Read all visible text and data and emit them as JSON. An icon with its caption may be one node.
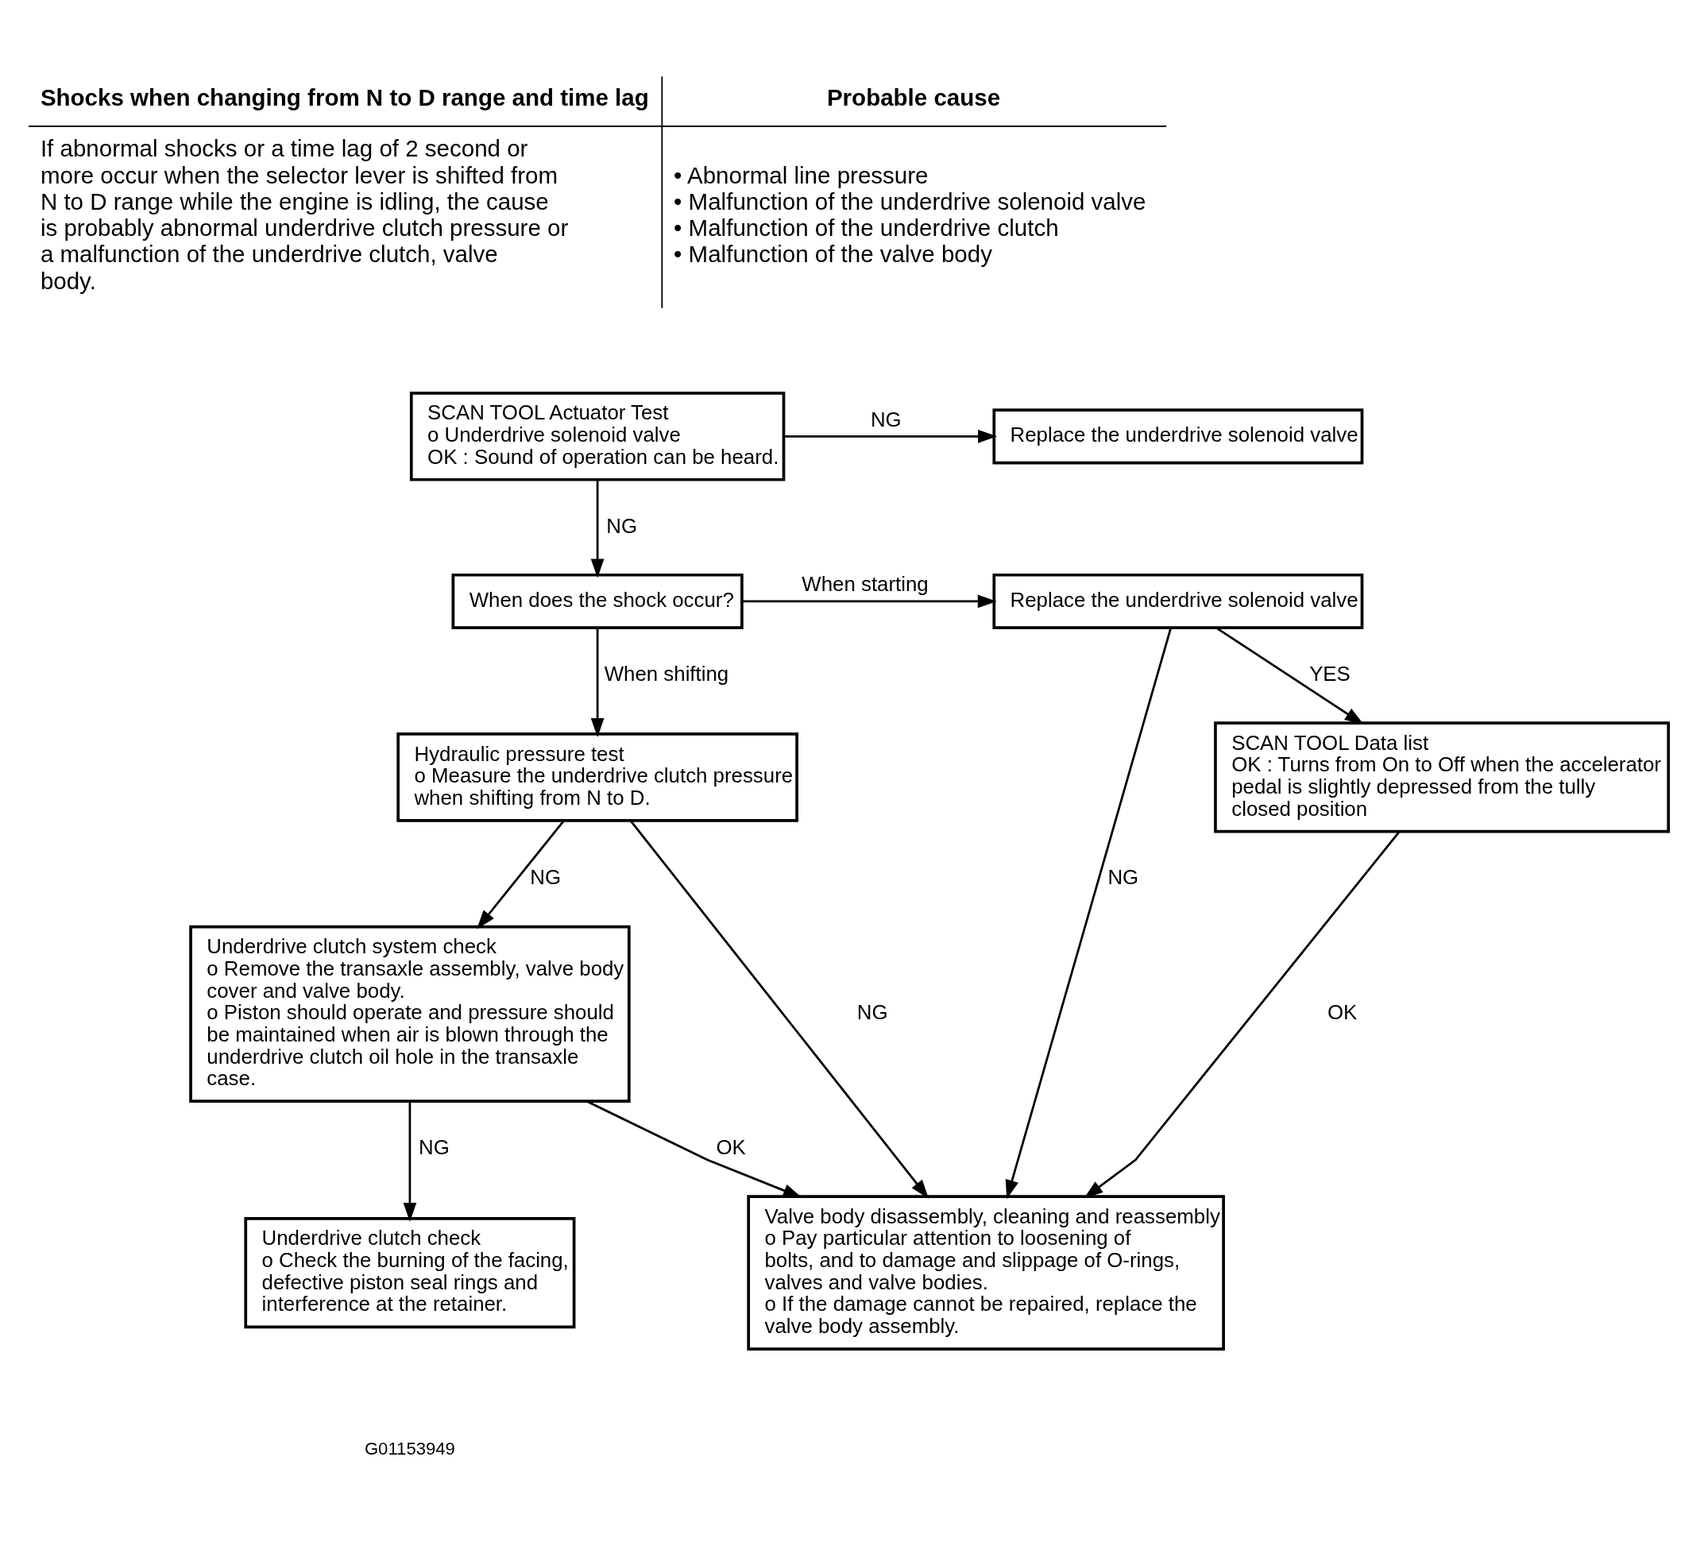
{
  "diagram": {
    "nodes": [
      {
        "text": [
          "SCAN TOOL Actuator Test",
          "o Underdrive solenoid valve",
          "OK : Sound of operation can be heard."
        ]
      },
      {
        "text": [
          "Replace the underdrive solenoid valve"
        ]
      },
      {
        "text": [
          "When does the shock occur?"
        ]
      },
      {
        "text": [
          "Replace the underdrive solenoid valve"
        ]
      },
      {
        "text": [
          "Hydraulic pressure test",
          "o Measure the underdrive clutch pressure when shifting from N to D."
        ]
      },
      {
        "text": [
          "SCAN TOOL Data list",
          "OK : Turns from On to Off when the accelerator pedal is slightly depressed from the tully closed position"
        ]
      },
      {
        "text": [
          "Underdrive clutch system check",
          "o Remove the transaxle assembly, valve body cover and valve body.",
          "o Piston should operate and pressure should be maintained when air is blown through the underdrive clutch oil hole in the transaxle case."
        ]
      },
      {
        "text": [
          "Valve body disassembly, cleaning and reassembly",
          "o Pay particular attention to loosening of bolts, and to damage and slippage of O-rings, valves and valve bodies.",
          "o If the damage cannot be repaired, replace the valve body assembly."
        ]
      },
      {
        "text": [
          "Underdrive clutch check",
          "o Check the burning of the facing, defective piston seal rings and interference at the retainer."
        ]
      }
    ],
    "edges": [
      {
        "from": 0,
        "to": 1,
        "arrow": "to",
        "label": "NG"
      },
      {
        "from": 0,
        "to": 2,
        "arrow": "to",
        "label": "NG"
      },
      {
        "from": 2,
        "to": 3,
        "arrow": "to",
        "label": "When starting"
      },
      {
        "from": 2,
        "to": 4,
        "arrow": "to",
        "label": "When shifting"
      },
      {
        "from": 3,
        "to": 5,
        "arrow": "to",
        "label": "YES"
      },
      {
        "from": 3,
        "to": 7,
        "arrow": "to",
        "label": "NG"
      },
      {
        "from": 5,
        "to": 7,
        "arrow": "to",
        "label": "OK"
      },
      {
        "from": 4,
        "to": 7,
        "arrow": "to",
        "label": "NG"
      },
      {
        "from": 4,
        "to": 6,
        "arrow": "to",
        "label": "NG"
      },
      {
        "from": 6,
        "to": 7,
        "arrow": "to",
        "label": "OK"
      },
      {
        "from": 6,
        "to": 8,
        "arrow": "to",
        "label": "NG"
      }
    ],
    "labels": [
      "Shocks when changing from N to D range and time lag",
      "Probable cause",
      "If abnormal shocks or a time lag of 2 second or more occur when the selector lever is shifted from N to D range while the engine is idling, the cause is probably abnormal underdrive clutch pressure or a malfunction of the underdrive clutch, valve body.",
      "• Abnormal line pressure",
      "• Malfunction of the underdrive solenoid valve",
      "• Malfunction of the underdrive clutch",
      "• Malfunction of the valve body",
      "G01153949"
    ]
  }
}
